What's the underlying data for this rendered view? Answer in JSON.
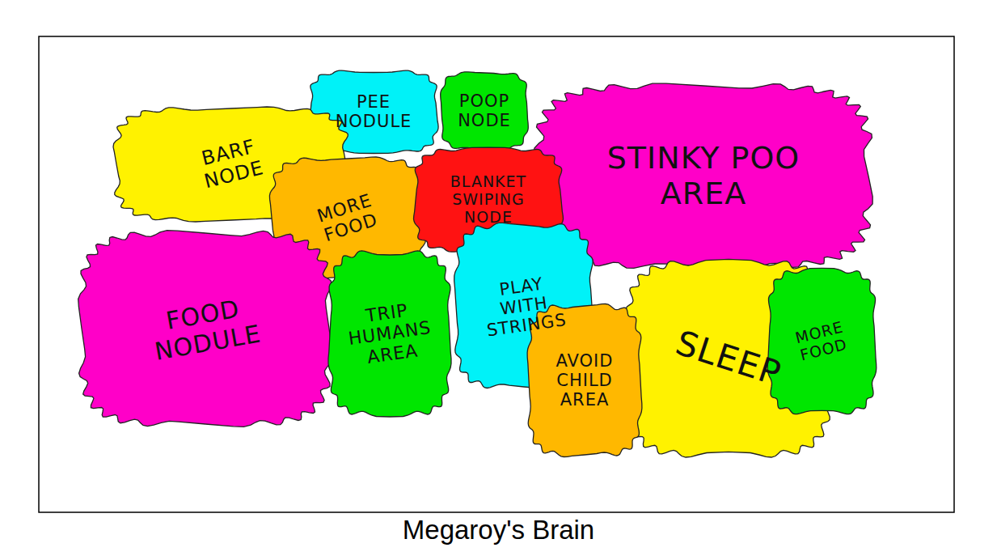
{
  "diagram": {
    "caption": "Megaroy's Brain",
    "nodes": [
      {
        "text": [
          "PEE NODULE"
        ]
      },
      {
        "text": [
          "POOP NODE"
        ]
      },
      {
        "text": [
          "BARF NODE"
        ]
      },
      {
        "text": [
          "STINKY POO AREA"
        ]
      },
      {
        "text": [
          "MORE FOOD"
        ]
      },
      {
        "text": [
          "BLANKET SWIPING NODE"
        ]
      },
      {
        "text": [
          "FOOD NODULE"
        ]
      },
      {
        "text": [
          "TRIP HUMANS AREA"
        ]
      },
      {
        "text": [
          "PLAY WITH STRINGS"
        ]
      },
      {
        "text": [
          "SLEEP"
        ]
      },
      {
        "text": [
          "MORE FOOD"
        ]
      },
      {
        "text": [
          "AVOID CHILD AREA"
        ]
      }
    ]
  }
}
